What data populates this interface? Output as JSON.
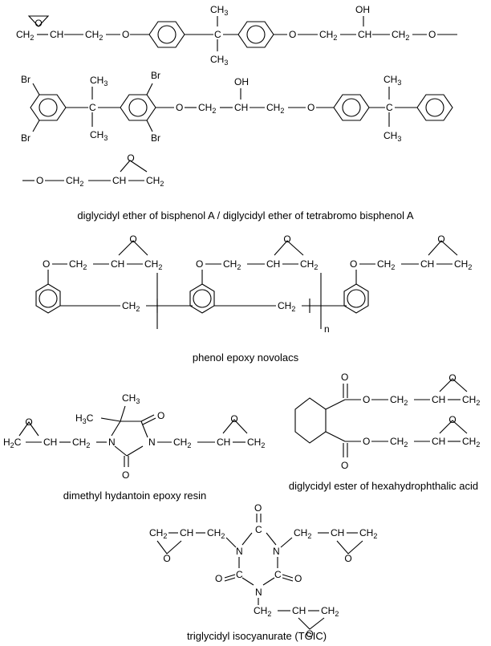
{
  "captions": {
    "bisphenol": "diglycidyl ether of bisphenol A / diglycidyl ether of tetrabromo bisphenol A",
    "novolac": "phenol epoxy novolacs",
    "hydantoin": "dimethyl hydantoin epoxy resin",
    "hhpa": "diglycidyl ester of hexahydrophthalic acid",
    "tgic": "triglycidyl isocyanurate (TGIC)"
  },
  "labels": {
    "O": "O",
    "OH": "OH",
    "CH": "CH",
    "CH2": "CH",
    "H2C": "H",
    "C2": "C",
    "C": "C",
    "CH3": "CH",
    "H3C": "H",
    "C3": "C",
    "Br": "Br",
    "N": "N",
    "n": "n",
    "sub2": "2",
    "sub3": "3"
  }
}
